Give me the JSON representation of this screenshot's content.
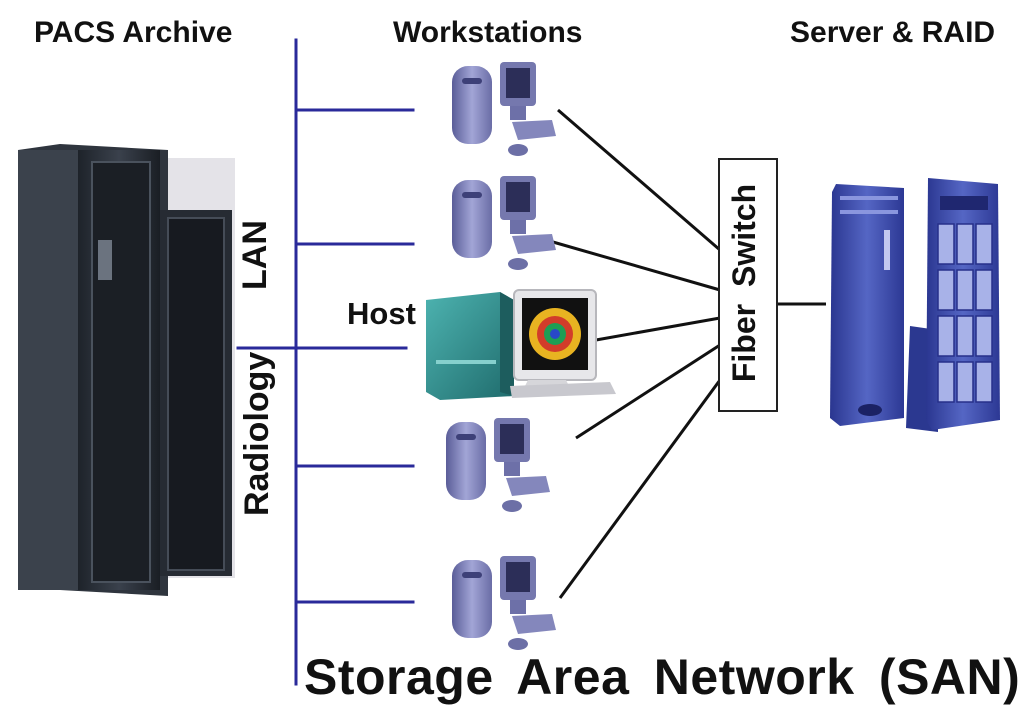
{
  "labels": {
    "pacs_archive": "PACS Archive",
    "workstations": "Workstations",
    "server_raid": "Server & RAID",
    "host": "Host",
    "lan": "LAN",
    "radiology": "Radiology",
    "fiber_switch": "Fiber Switch",
    "san": "Storage Area Network (SAN)"
  },
  "colors": {
    "lan_line": "#2a2a9a",
    "san_line": "#111111",
    "workstation": "#7f82b8",
    "host_body": "#2f8a8a",
    "server_blue": "#3b4ba8",
    "archive_dark": "#2b3038"
  },
  "icons": {
    "archive": "rack-cabinet-icon",
    "workstation": "workstation-computer-icon",
    "host": "host-computer-icon",
    "server": "server-tower-icon",
    "raid": "raid-array-icon"
  }
}
